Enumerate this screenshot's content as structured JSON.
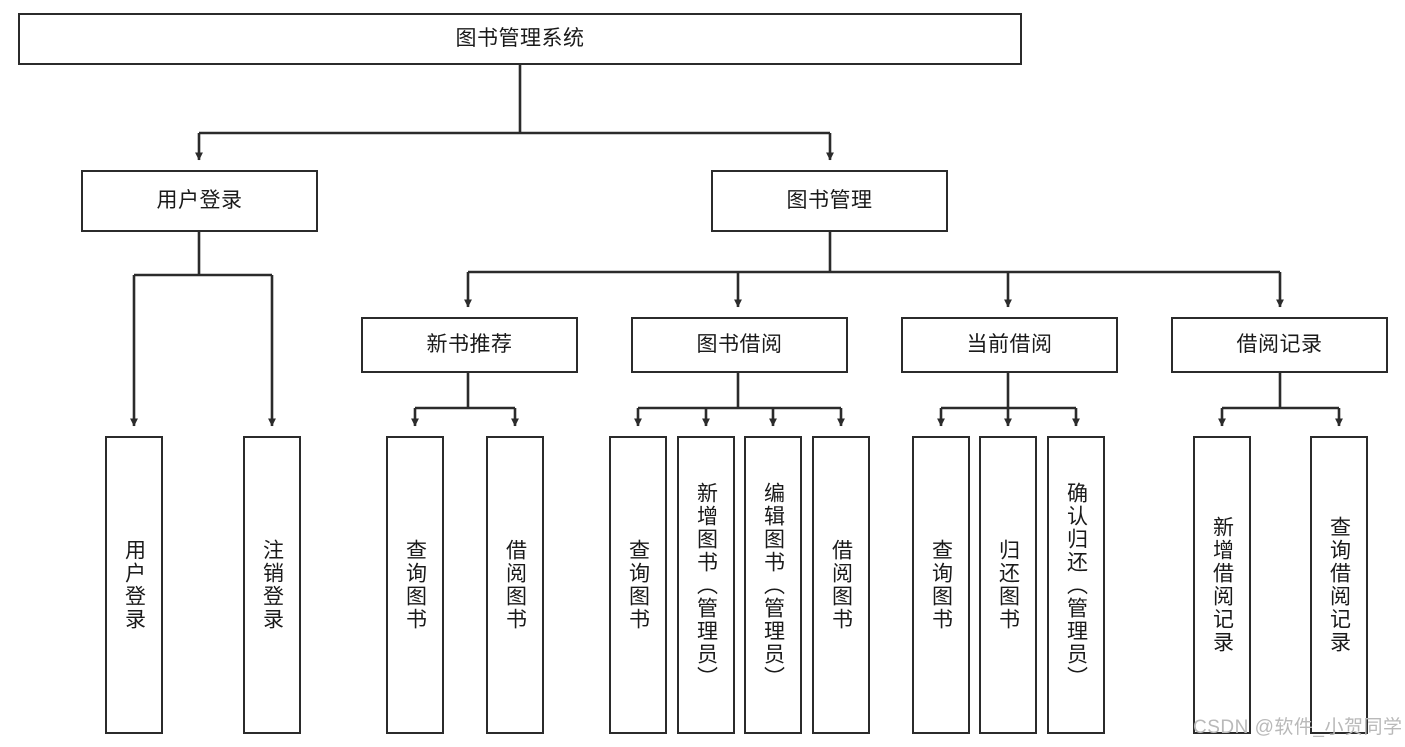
{
  "diagram": {
    "type": "tree-hierarchy",
    "title": "图书管理系统",
    "watermark": "CSDN @软件_小贺同学",
    "colors": {
      "node_border": "#2b2b2b",
      "node_fill": "#ffffff",
      "connector": "#2b2b2b",
      "text": "#1a1a1a",
      "watermark": "#b9b9b9",
      "background": "#ffffff"
    },
    "nodes": {
      "root": {
        "label": "图书管理系统",
        "level": 1,
        "orientation": "horizontal"
      },
      "l2": [
        {
          "id": "user-login",
          "label": "用户登录",
          "level": 2,
          "orientation": "horizontal"
        },
        {
          "id": "book-manage",
          "label": "图书管理",
          "level": 2,
          "orientation": "horizontal"
        }
      ],
      "l3": [
        {
          "id": "new-book-recommend",
          "label": "新书推荐",
          "level": 3,
          "orientation": "horizontal",
          "parent": "book-manage"
        },
        {
          "id": "book-borrow",
          "label": "图书借阅",
          "level": 3,
          "orientation": "horizontal",
          "parent": "book-manage"
        },
        {
          "id": "current-borrow",
          "label": "当前借阅",
          "level": 3,
          "orientation": "horizontal",
          "parent": "book-manage"
        },
        {
          "id": "borrow-record",
          "label": "借阅记录",
          "level": 3,
          "orientation": "horizontal",
          "parent": "book-manage"
        }
      ],
      "leaves": [
        {
          "id": "leaf-user-login",
          "label": "用户登录",
          "parent": "user-login",
          "orientation": "vertical"
        },
        {
          "id": "leaf-user-logout",
          "label": "注销登录",
          "parent": "user-login",
          "orientation": "vertical"
        },
        {
          "id": "leaf-query-book-1",
          "label": "查询图书",
          "parent": "new-book-recommend",
          "orientation": "vertical"
        },
        {
          "id": "leaf-borrow-book-1",
          "label": "借阅图书",
          "parent": "new-book-recommend",
          "orientation": "vertical"
        },
        {
          "id": "leaf-query-book-2",
          "label": "查询图书",
          "parent": "book-borrow",
          "orientation": "vertical"
        },
        {
          "id": "leaf-add-book",
          "label": "新增图书（管理员）",
          "parent": "book-borrow",
          "orientation": "vertical"
        },
        {
          "id": "leaf-edit-book",
          "label": "编辑图书（管理员）",
          "parent": "book-borrow",
          "orientation": "vertical"
        },
        {
          "id": "leaf-borrow-book-2",
          "label": "借阅图书",
          "parent": "book-borrow",
          "orientation": "vertical"
        },
        {
          "id": "leaf-query-book-3",
          "label": "查询图书",
          "parent": "current-borrow",
          "orientation": "vertical"
        },
        {
          "id": "leaf-return-book",
          "label": "归还图书",
          "parent": "current-borrow",
          "orientation": "vertical"
        },
        {
          "id": "leaf-confirm-return",
          "label": "确认归还（管理员）",
          "parent": "current-borrow",
          "orientation": "vertical"
        },
        {
          "id": "leaf-add-record",
          "label": "新增借阅记录",
          "parent": "borrow-record",
          "orientation": "vertical"
        },
        {
          "id": "leaf-query-record",
          "label": "查询借阅记录",
          "parent": "borrow-record",
          "orientation": "vertical"
        }
      ]
    }
  }
}
